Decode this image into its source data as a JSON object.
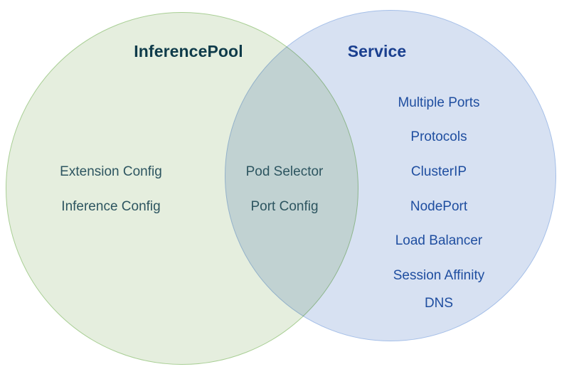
{
  "diagram": {
    "type": "venn",
    "background": "#ffffff",
    "sets": [
      {
        "id": "inferencepool",
        "title": "InferencePool",
        "title_color": "#0f3b4a",
        "fill_color": "#e5eede",
        "border_color": "#a9cf95",
        "text_color": "#2d5560",
        "items": [
          "Extension Config",
          "Inference Config"
        ]
      },
      {
        "id": "service",
        "title": "Service",
        "title_color": "#1a3f8f",
        "fill_color": "#d7e1f2",
        "border_color": "#a5bfe8",
        "text_color": "#1f4ea0",
        "items": [
          "Multiple Ports",
          "Protocols",
          "ClusterIP",
          "NodePort",
          "Load Balancer",
          "Session Affinity",
          "DNS"
        ]
      }
    ],
    "intersection": {
      "id": "shared",
      "fill_color": "#d7e3d7",
      "text_color": "#2d5560",
      "items": [
        "Pod Selector",
        "Port Config"
      ]
    }
  }
}
